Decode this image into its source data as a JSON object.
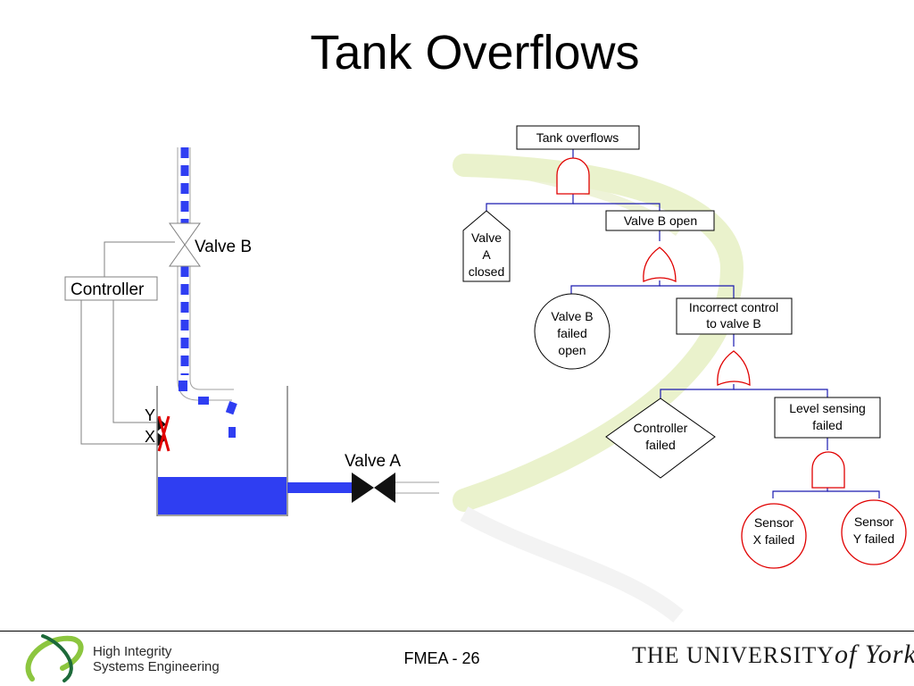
{
  "slide": {
    "title": "Tank Overflows",
    "page_label": "FMEA - 26"
  },
  "diagram": {
    "valve_b_label": "Valve B",
    "valve_a_label": "Valve A",
    "controller_label": "Controller",
    "sensor_y_label": "Y",
    "sensor_x_label": "X",
    "colors": {
      "fluid": "#2f3ef2",
      "gate": "#e00000",
      "connector": "#1a1ab0",
      "sensor_x_mark": "#e00000"
    }
  },
  "fault_tree": {
    "top_event": "Tank overflows",
    "valve_a_closed": [
      "Valve",
      "A",
      "closed"
    ],
    "valve_b_open": "Valve B open",
    "valve_b_failed_open": [
      "Valve B",
      "failed",
      "open"
    ],
    "incorrect_control": [
      "Incorrect control",
      "to valve B"
    ],
    "controller_failed": [
      "Controller",
      "failed"
    ],
    "level_sensing_failed": [
      "Level sensing",
      "failed"
    ],
    "sensor_x_failed": [
      "Sensor",
      "X failed"
    ],
    "sensor_y_failed": [
      "Sensor",
      "Y failed"
    ]
  },
  "footer": {
    "hise_line1": "High Integrity",
    "hise_line2": "Systems Engineering",
    "university": "THE UNIVERSITY",
    "university_of": "of York"
  }
}
